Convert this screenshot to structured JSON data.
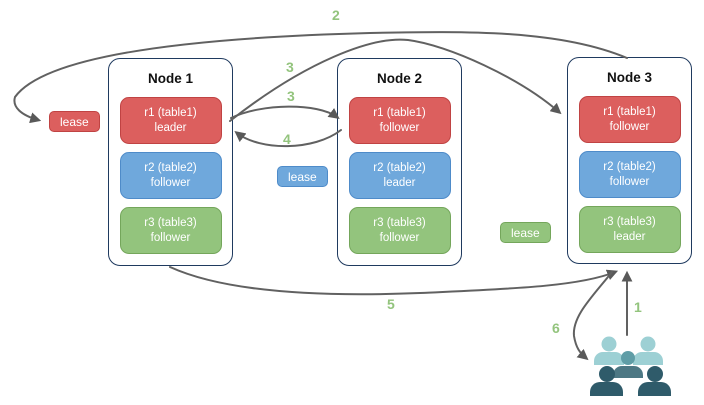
{
  "nodes": [
    {
      "title": "Node 1",
      "replicas": [
        {
          "name": "r1 (table1)",
          "role": "leader",
          "color": "red"
        },
        {
          "name": "r2 (table2)",
          "role": "follower",
          "color": "blue"
        },
        {
          "name": "r3 (table3)",
          "role": "follower",
          "color": "green"
        }
      ]
    },
    {
      "title": "Node 2",
      "replicas": [
        {
          "name": "r1 (table1)",
          "role": "follower",
          "color": "red"
        },
        {
          "name": "r2 (table2)",
          "role": "leader",
          "color": "blue"
        },
        {
          "name": "r3 (table3)",
          "role": "follower",
          "color": "green"
        }
      ]
    },
    {
      "title": "Node 3",
      "replicas": [
        {
          "name": "r1 (table1)",
          "role": "follower",
          "color": "red"
        },
        {
          "name": "r2 (table2)",
          "role": "follower",
          "color": "blue"
        },
        {
          "name": "r3 (table3)",
          "role": "leader",
          "color": "green"
        }
      ]
    }
  ],
  "leases": {
    "red": {
      "label": "lease"
    },
    "blue": {
      "label": "lease"
    },
    "green": {
      "label": "lease"
    }
  },
  "steps": {
    "s1": "1",
    "s2": "2",
    "s3a": "3",
    "s3b": "3",
    "s4": "4",
    "s5": "5",
    "s6": "6"
  },
  "icons": {
    "users": "users-group-icon"
  },
  "palette": {
    "red_fill": "#dc5f5e",
    "red_border": "#c04343",
    "blue_fill": "#6fa8dc",
    "blue_border": "#4e8bc9",
    "green_fill": "#93c47d",
    "green_border": "#74a65b",
    "node_border": "#1f3a5f",
    "arrow": "#616161",
    "step_label": "#93c47d",
    "users_light": "#9dd0d4",
    "users_medium": "#5f9da6",
    "users_medium_body": "#4d7884",
    "users_dark": "#2f5b6a"
  }
}
